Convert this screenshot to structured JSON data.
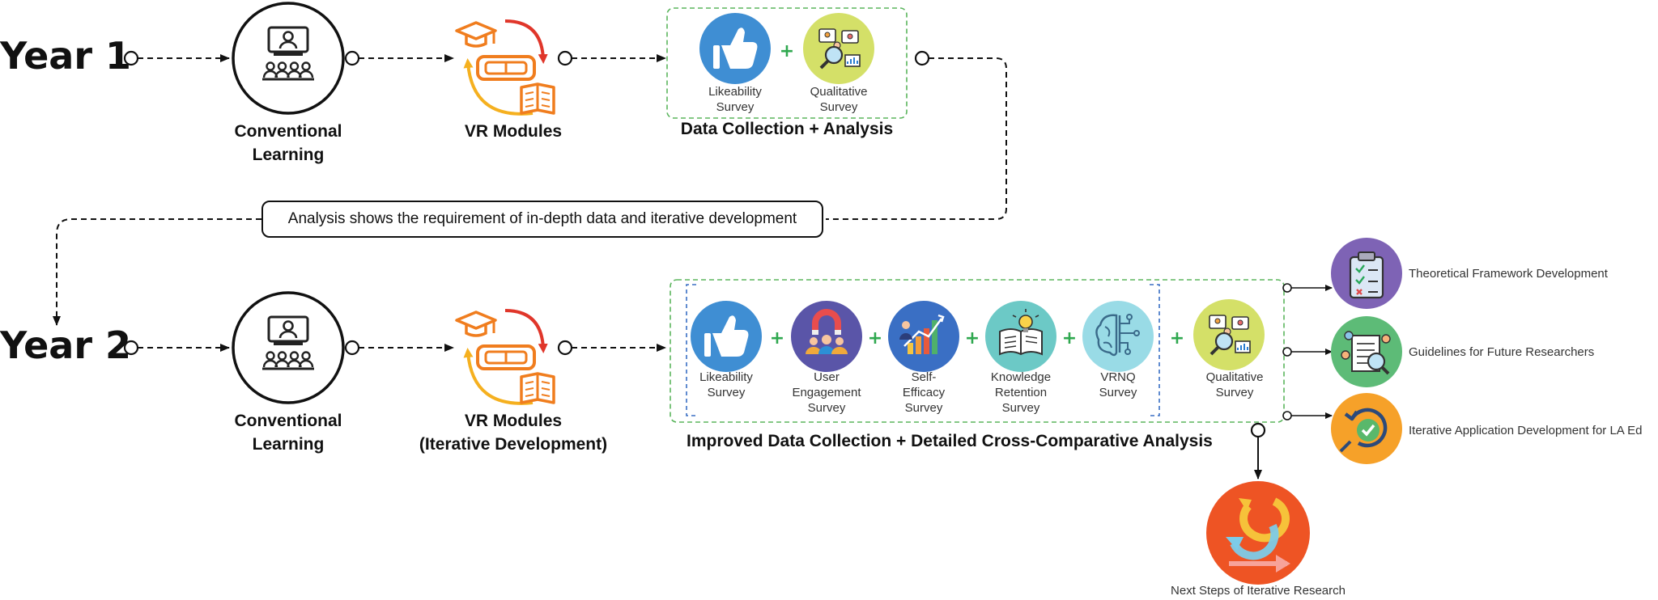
{
  "years": [
    {
      "label": "Year 1"
    },
    {
      "label": "Year 2"
    }
  ],
  "stages": {
    "y1_conventional": "Conventional\nLearning",
    "y1_vr": "VR Modules",
    "y2_conventional": "Conventional\nLearning",
    "y2_vr": "VR Modules\n(Iterative Development)"
  },
  "year1_collection": {
    "title": "Data Collection + Analysis",
    "surveys": [
      "Likeability\nSurvey",
      "Qualitative\nSurvey"
    ]
  },
  "transition_note": "Analysis shows the requirement of in-depth data and iterative development",
  "year2_collection": {
    "title": "Improved Data Collection +  Detailed Cross-Comparative Analysis",
    "surveys": [
      "Likeability\nSurvey",
      "User\nEngagement\nSurvey",
      "Self-\nEfficacy\nSurvey",
      "Knowledge\nRetention\nSurvey",
      "VRNQ\nSurvey",
      "Qualitative\nSurvey"
    ]
  },
  "outcomes": [
    "Theoretical Framework Development",
    "Guidelines for Future Researchers",
    "Iterative Application Development for LA Ed"
  ],
  "next_steps": "Next Steps of Iterative Research",
  "colors": {
    "likeability": "#3f8ed3",
    "qualitative": "#d4e068",
    "user_engagement": "#5a55a8",
    "self_efficacy": "#3a6fc4",
    "knowledge_retention": "#6cc9c6",
    "vrnq": "#99dbe6",
    "framework": "#7e63b5",
    "guidelines": "#5dbb77",
    "iterative_app": "#f6a129",
    "next_steps": "#ee5424",
    "plus": "#2fa84f",
    "dashed_box": "#5bb55d",
    "vr_orange": "#f07d1e",
    "vr_red": "#e0362a",
    "vr_yellow": "#f5b01f"
  }
}
